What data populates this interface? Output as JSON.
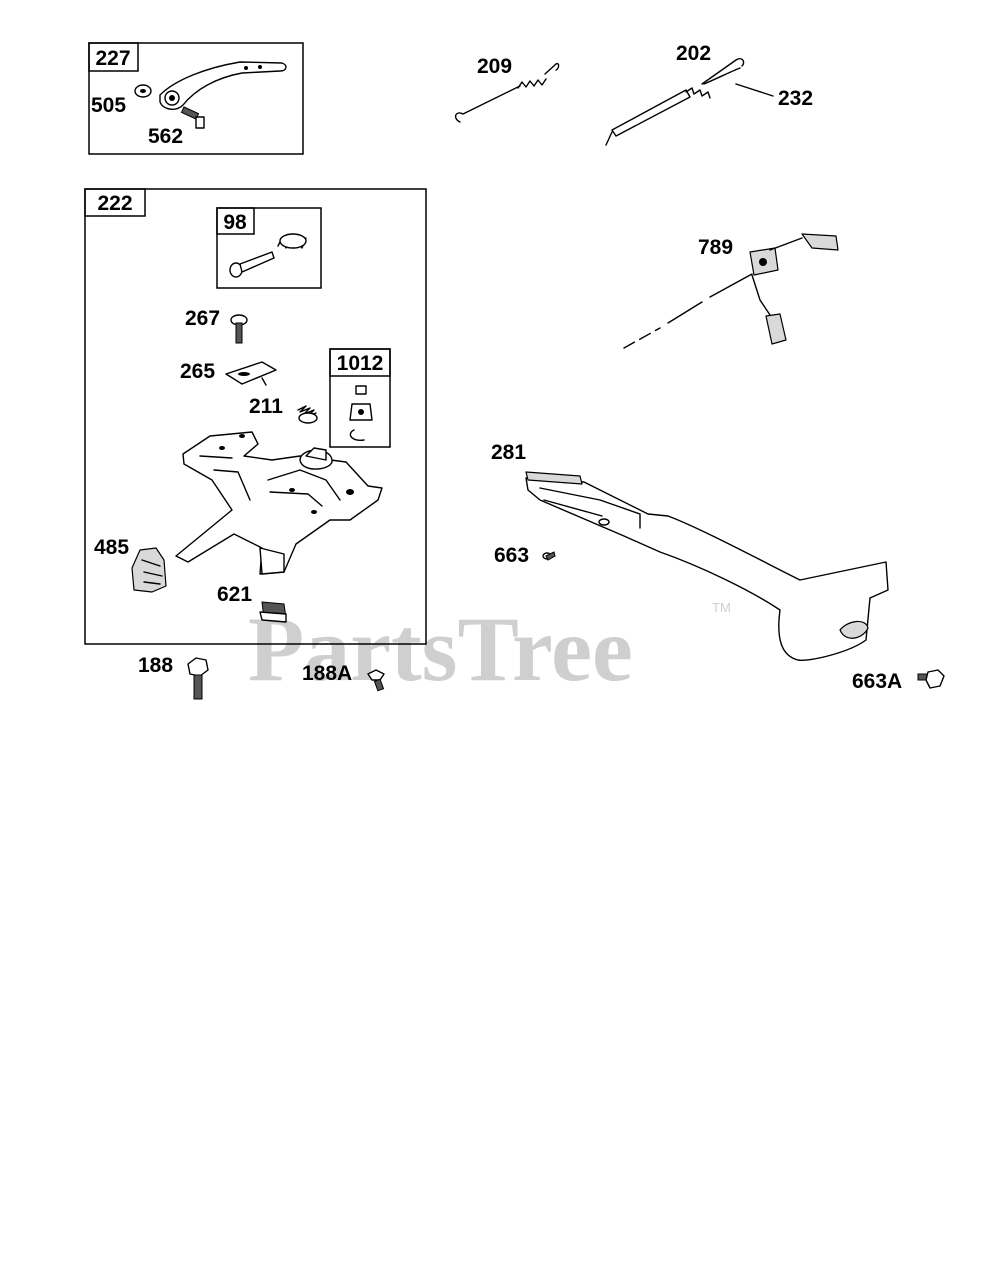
{
  "watermark": {
    "text": "PartsTree",
    "trademark": "TM"
  },
  "boxes": {
    "b227": "227",
    "b222": "222",
    "b98": "98",
    "b1012": "1012"
  },
  "labels": {
    "p505": "505",
    "p562": "562",
    "p209": "209",
    "p202": "202",
    "p232": "232",
    "p789": "789",
    "p267": "267",
    "p265": "265",
    "p211": "211",
    "p281": "281",
    "p663": "663",
    "p485": "485",
    "p621": "621",
    "p188": "188",
    "p188A": "188A",
    "p663A": "663A"
  }
}
